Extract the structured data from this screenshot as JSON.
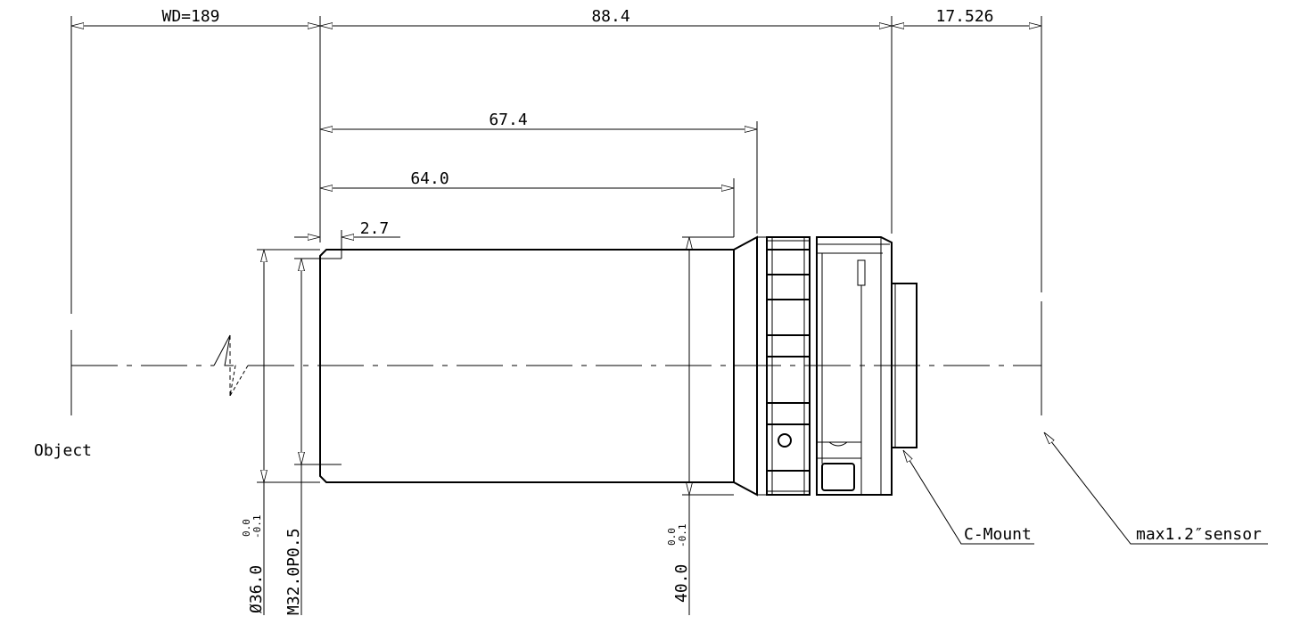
{
  "drawing": {
    "dimensions": {
      "wd": "WD=189",
      "total_length": "88.4",
      "flange_back": "17.526",
      "length_67": "67.4",
      "length_64": "64.0",
      "step_27": "2.7",
      "dia_36": "Ø36.0",
      "tol_36_upper": "0.0",
      "tol_36_lower": "-0.1",
      "thread": "M32.0P0.5",
      "dia_40": "40.0",
      "tol_40_upper": "0.0",
      "tol_40_lower": "-0.1"
    },
    "labels": {
      "object": "Object",
      "c_mount": "C-Mount",
      "sensor": "max1.2″sensor"
    }
  }
}
